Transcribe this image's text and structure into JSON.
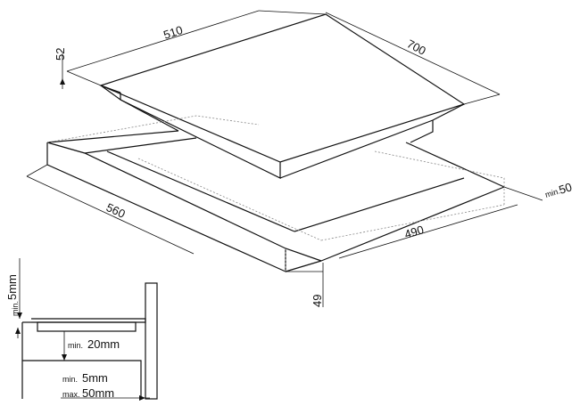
{
  "dimensions": {
    "top_width": "510",
    "top_depth": "700",
    "glass_thickness": "52",
    "cutout_width": "560",
    "cutout_depth": "490",
    "cutout_gap_prefix": "min.",
    "cutout_gap_value": "50",
    "body_height": "49"
  },
  "detail": {
    "top_clearance_prefix": "min.",
    "top_clearance_value": "5mm",
    "under_clearance_prefix": "min.",
    "under_clearance_value": "20mm",
    "side_gap_prefix": "min.",
    "side_gap_value": "5mm",
    "max_gap_prefix": "max.",
    "max_gap_value": "50mm"
  }
}
